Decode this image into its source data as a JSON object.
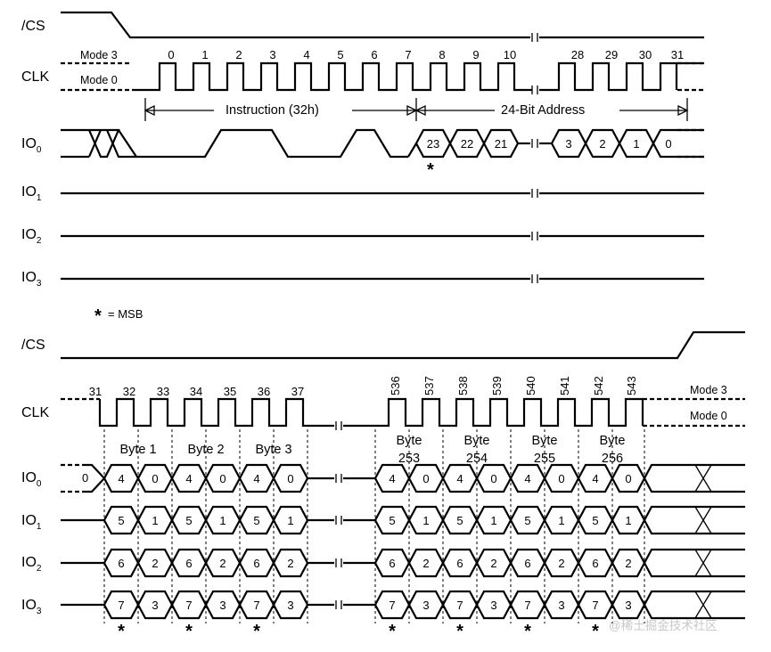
{
  "top": {
    "labels": {
      "cs": "/CS",
      "clk": "CLK",
      "io0": "IO",
      "io1": "IO",
      "io2": "IO",
      "io3": "IO",
      "sub0": "0",
      "sub1": "1",
      "sub2": "2",
      "sub3": "3"
    },
    "mode3": "Mode 3",
    "mode0": "Mode 0",
    "clock_numbers": [
      "0",
      "1",
      "2",
      "3",
      "4",
      "5",
      "6",
      "7",
      "8",
      "9",
      "10",
      "28",
      "29",
      "30",
      "31"
    ],
    "instruction_label": "Instruction (32h)",
    "address_label": "24-Bit Address",
    "address_bits": [
      "23",
      "22",
      "21",
      "3",
      "2",
      "1",
      "0"
    ],
    "msb_marker": "*"
  },
  "legend": {
    "star": "*",
    "text": "= MSB"
  },
  "bottom": {
    "labels": {
      "cs": "/CS",
      "clk": "CLK",
      "io0": "IO",
      "io1": "IO",
      "io2": "IO",
      "io3": "IO",
      "sub0": "0",
      "sub1": "1",
      "sub2": "2",
      "sub3": "3"
    },
    "mode3": "Mode 3",
    "mode0": "Mode 0",
    "clock_numbers_left": [
      "31",
      "32",
      "33",
      "34",
      "35",
      "36",
      "37"
    ],
    "clock_numbers_right": [
      "536",
      "537",
      "538",
      "539",
      "540",
      "541",
      "542",
      "543"
    ],
    "bytes_left": [
      "Byte 1",
      "Byte 2",
      "Byte 3"
    ],
    "bytes_right": [
      [
        "Byte",
        "253"
      ],
      [
        "Byte",
        "254"
      ],
      [
        "Byte",
        "255"
      ],
      [
        "Byte",
        "256"
      ]
    ],
    "io0_prev": "0",
    "nibbles": {
      "io0": [
        "4",
        "0"
      ],
      "io1": [
        "5",
        "1"
      ],
      "io2": [
        "6",
        "2"
      ],
      "io3": [
        "7",
        "3"
      ]
    },
    "msb_marker": "*"
  },
  "watermark": "@稀土掘金技术社区"
}
